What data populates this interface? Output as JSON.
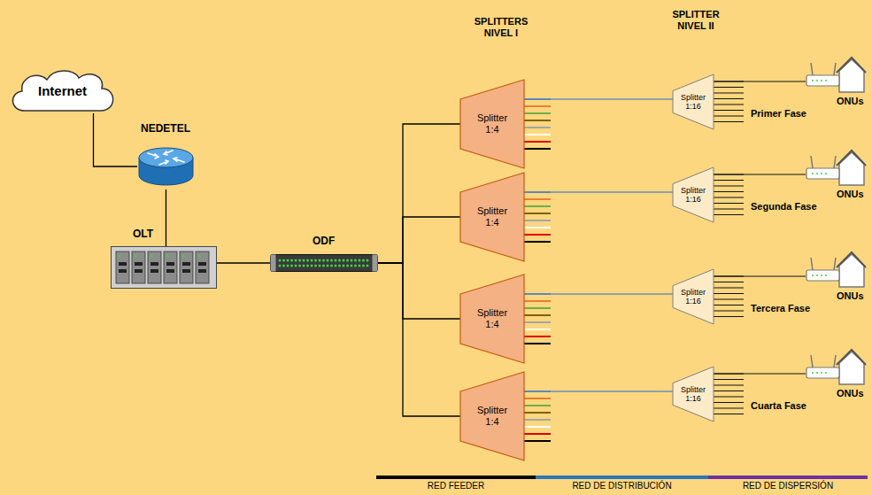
{
  "diagram": {
    "nodes": [
      {
        "text": [
          "Internet"
        ]
      },
      {
        "text": [
          "NEDETEL"
        ]
      },
      {
        "text": [
          "OLT"
        ]
      },
      {
        "text": [
          "ODF"
        ]
      },
      {
        "text": [
          "Splitter 1:4"
        ]
      },
      {
        "text": [
          "Splitter 1:4"
        ]
      },
      {
        "text": [
          "Splitter 1:4"
        ]
      },
      {
        "text": [
          "Splitter 1:4"
        ]
      },
      {
        "text": [
          "Splitter 1:16"
        ]
      },
      {
        "text": [
          "Splitter 1:16"
        ]
      },
      {
        "text": [
          "Splitter 1:16"
        ]
      },
      {
        "text": [
          "Splitter 1:16"
        ]
      },
      {
        "text": [
          "ONUs"
        ]
      },
      {
        "text": [
          "ONUs"
        ]
      },
      {
        "text": [
          "ONUs"
        ]
      },
      {
        "text": [
          "ONUs"
        ]
      }
    ],
    "edges": [
      {
        "from": 0,
        "to": 1,
        "arrow": "none"
      },
      {
        "from": 1,
        "to": 2,
        "arrow": "none"
      },
      {
        "from": 2,
        "to": 3,
        "arrow": "none"
      },
      {
        "from": 3,
        "to": 4,
        "arrow": "none"
      },
      {
        "from": 3,
        "to": 5,
        "arrow": "none"
      },
      {
        "from": 3,
        "to": 6,
        "arrow": "none"
      },
      {
        "from": 3,
        "to": 7,
        "arrow": "none"
      },
      {
        "from": 4,
        "to": 8,
        "arrow": "none"
      },
      {
        "from": 5,
        "to": 9,
        "arrow": "none"
      },
      {
        "from": 6,
        "to": 10,
        "arrow": "none"
      },
      {
        "from": 7,
        "to": 11,
        "arrow": "none"
      },
      {
        "from": 8,
        "to": 12,
        "arrow": "none"
      },
      {
        "from": 9,
        "to": 13,
        "arrow": "none"
      },
      {
        "from": 10,
        "to": 14,
        "arrow": "none"
      },
      {
        "from": 11,
        "to": 15,
        "arrow": "none"
      }
    ],
    "labels": [
      "SPLITTERS NIVEL I",
      "SPLITTER NIVEL II",
      "Primer Fase",
      "Segunda Fase",
      "Tercera Fase",
      "Cuarta Fase"
    ],
    "legend": [
      {
        "text": "RED FEEDER",
        "color": "#000000"
      },
      {
        "text": "RED DE DISTRIBUCIÓN",
        "color": "#2e75b6"
      },
      {
        "text": "RED DE DISPERSIÓN",
        "color": "#7030a0"
      }
    ]
  }
}
